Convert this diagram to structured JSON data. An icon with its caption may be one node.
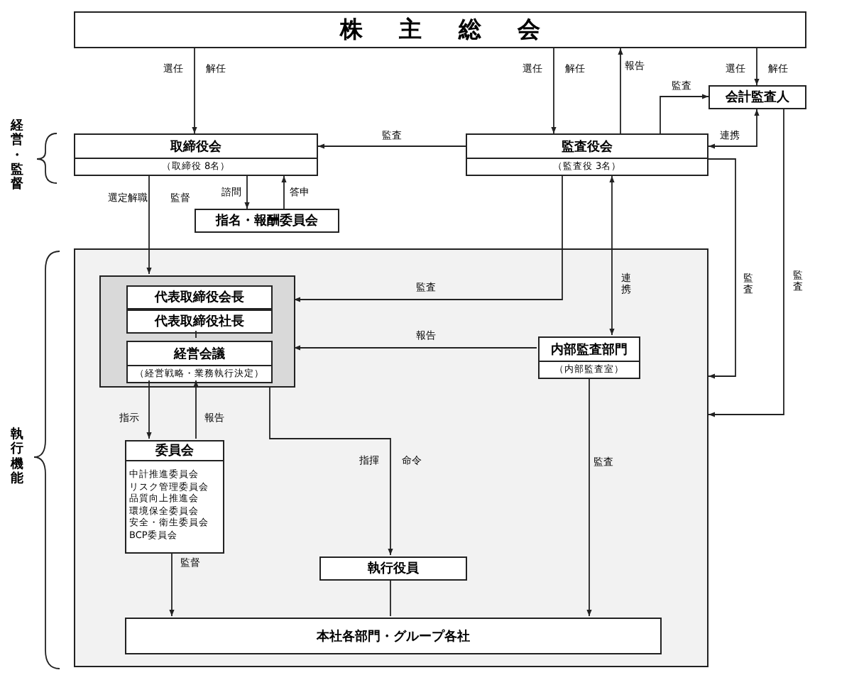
{
  "diagram": {
    "nodes": [
      {
        "text": [
          "株主総会"
        ]
      },
      {
        "text": [
          "会計監査人"
        ]
      },
      {
        "text": [
          "取締役会",
          "（取締役 8名）"
        ]
      },
      {
        "text": [
          "監査役会",
          "（監査役 3名）"
        ]
      },
      {
        "text": [
          "指名・報酬委員会"
        ]
      },
      {
        "text": [],
        "shape": "box"
      },
      {
        "text": [],
        "shape": "box",
        "in": 5
      },
      {
        "text": [
          "代表取締役会長"
        ],
        "in": 6
      },
      {
        "text": [
          "代表取締役社長"
        ],
        "in": 6
      },
      {
        "text": [
          "経営会議",
          "（経営戦略・業務執行決定）"
        ],
        "in": 6
      },
      {
        "text": [
          "内部監査部門",
          "（内部監査室）"
        ],
        "in": 5
      },
      {
        "text": [
          "委員会",
          "中計推進委員会",
          "リスク管理委員会",
          "品質向上推進会",
          "環境保全委員会",
          "安全・衛生委員会",
          "BCP委員会"
        ],
        "in": 5
      },
      {
        "text": [
          "執行役員"
        ],
        "in": 5
      },
      {
        "text": [
          "本社各部門・グループ各社"
        ],
        "in": 5
      }
    ],
    "edges": [
      {
        "from": 0,
        "to": 2,
        "arrow": "to",
        "label": "選任 解任"
      },
      {
        "from": 0,
        "to": 3,
        "arrow": "to",
        "label": "選任 解任"
      },
      {
        "from": 3,
        "to": 0,
        "arrow": "to",
        "label": "報告"
      },
      {
        "from": 0,
        "to": 1,
        "arrow": "to",
        "label": "選任 解任"
      },
      {
        "from": 3,
        "to": 1,
        "arrow": "to",
        "label": "監査"
      },
      {
        "from": 3,
        "to": 2,
        "arrow": "to",
        "label": "監査"
      },
      {
        "from": 1,
        "to": 3,
        "arrow": "both",
        "label": "連携"
      },
      {
        "from": 2,
        "to": 4,
        "arrow": "to",
        "label": "諮問"
      },
      {
        "from": 4,
        "to": 2,
        "arrow": "to",
        "label": "答申"
      },
      {
        "from": 2,
        "to": 6,
        "arrow": "to",
        "label": "選定解職 監督"
      },
      {
        "from": 3,
        "to": 6,
        "arrow": "to",
        "label": "監査"
      },
      {
        "from": 10,
        "to": 6,
        "arrow": "to",
        "label": "報告"
      },
      {
        "from": 3,
        "to": 10,
        "arrow": "both",
        "label": "連携"
      },
      {
        "from": 3,
        "to": 5,
        "arrow": "to",
        "label": "監査"
      },
      {
        "from": 1,
        "to": 5,
        "arrow": "to",
        "label": "監査"
      },
      {
        "from": 9,
        "to": 11,
        "arrow": "to",
        "label": "指示"
      },
      {
        "from": 11,
        "to": 9,
        "arrow": "to",
        "label": "報告"
      },
      {
        "from": 6,
        "to": 12,
        "arrow": "to",
        "label": "指揮 命令"
      },
      {
        "from": 11,
        "to": 13,
        "arrow": "to",
        "label": "監督"
      },
      {
        "from": 12,
        "to": 13,
        "arrow": "none"
      },
      {
        "from": 10,
        "to": 13,
        "arrow": "to",
        "label": "監査"
      },
      {
        "from": 8,
        "to": 9,
        "arrow": "none"
      }
    ],
    "labels": [
      "経営・監督",
      "執行機能"
    ]
  }
}
